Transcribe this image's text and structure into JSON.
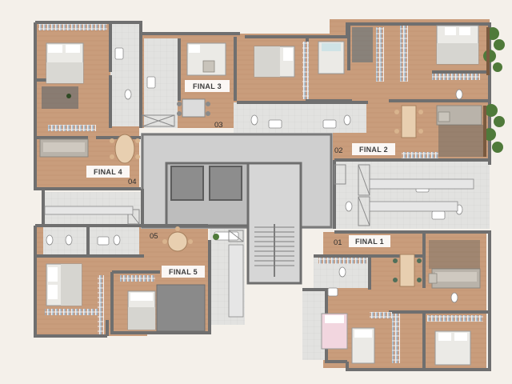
{
  "units": [
    {
      "id": "final-1",
      "label": "FINAL 1",
      "number": "01"
    },
    {
      "id": "final-2",
      "label": "FINAL 2",
      "number": "02"
    },
    {
      "id": "final-3",
      "label": "FINAL 3",
      "number": "03"
    },
    {
      "id": "final-4",
      "label": "FINAL 4",
      "number": "04"
    },
    {
      "id": "final-5",
      "label": "FINAL 5",
      "number": "05"
    }
  ],
  "colors": {
    "wall": "#6f6f6f",
    "wood_floor": "#c79a78",
    "tile_floor": "#dedede",
    "core_floor": "#c9c9c9",
    "bed": "#ecebe8",
    "sofa": "#b7b1a8",
    "plant": "#4f7a3a"
  }
}
